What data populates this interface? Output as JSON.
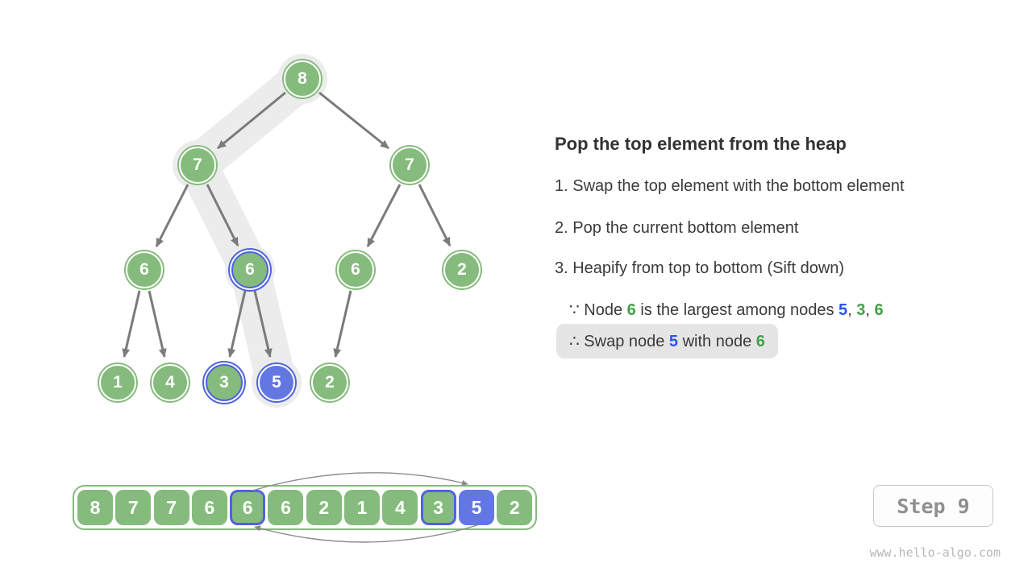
{
  "page": {
    "watermark": "www.hello-algo.com",
    "background": "#ffffff"
  },
  "colors": {
    "node_green": "#85bb7c",
    "node_blue_fill": "#6377e3",
    "node_blue_ring": "#4f63de",
    "edge_gray": "#7b7b7b",
    "path_highlight": "#ececec",
    "text_dark": "#3a3a3a",
    "text_green": "#43a047",
    "text_blue": "#2a56e8",
    "note_box_gray": "#e5e5e5"
  },
  "panel": {
    "title": "Pop the top element from the heap",
    "steps": [
      "1. Swap the top element with the bottom element",
      "2. Pop the current bottom element",
      "3. Heapify from top to bottom (Sift down)"
    ],
    "because": {
      "prefix": "∵ Node ",
      "n1": "6",
      "mid": " is the largest among nodes ",
      "n2": "5",
      "sep1": ", ",
      "n3": "3",
      "sep2": ", ",
      "n4": "6"
    },
    "therefore": {
      "prefix": "∴ Swap node ",
      "n1": "5",
      "mid": " with node ",
      "n2": "6"
    }
  },
  "tree": {
    "nodes": [
      "8",
      "7",
      "7",
      "6",
      "6",
      "6",
      "2",
      "1",
      "4",
      "3",
      "5",
      "2"
    ]
  },
  "array": {
    "cells": [
      "8",
      "7",
      "7",
      "6",
      "6",
      "6",
      "2",
      "1",
      "4",
      "3",
      "5",
      "2"
    ]
  },
  "step_indicator": {
    "label": "Step 9"
  }
}
